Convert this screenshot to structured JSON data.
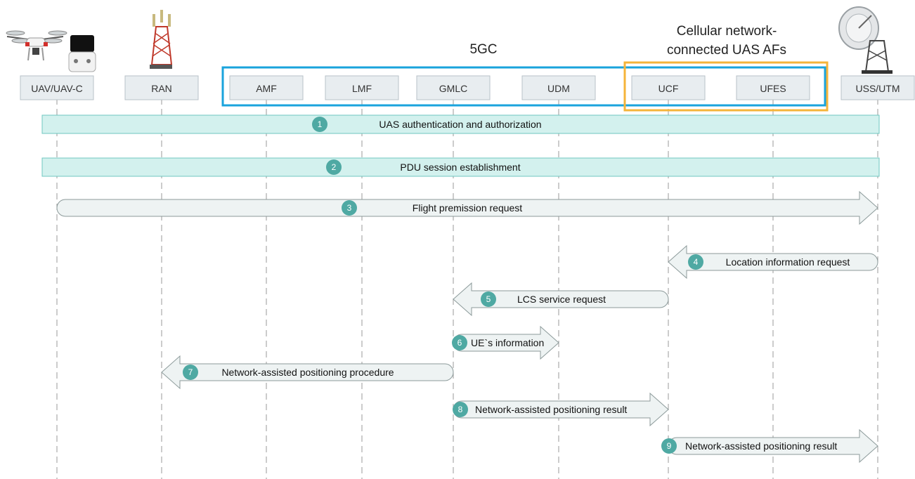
{
  "groups": {
    "core_label": "5GC",
    "af_label_line1": "Cellular network-",
    "af_label_line2": "connected UAS AFs",
    "core_color": "#1aa3dc",
    "af_color": "#f5b43a"
  },
  "entities": [
    {
      "id": "uav",
      "label": "UAV/UAV-C",
      "icon": "drone-icon"
    },
    {
      "id": "ran",
      "label": "RAN",
      "icon": "cell-tower-icon"
    },
    {
      "id": "amf",
      "label": "AMF"
    },
    {
      "id": "lmf",
      "label": "LMF"
    },
    {
      "id": "gmlc",
      "label": "GMLC"
    },
    {
      "id": "udm",
      "label": "UDM"
    },
    {
      "id": "ucf",
      "label": "UCF"
    },
    {
      "id": "ufes",
      "label": "UFES"
    },
    {
      "id": "uss",
      "label": "USS/UTM",
      "icon": "satellite-dish-icon"
    }
  ],
  "steps": [
    {
      "num": "1",
      "label": "UAS authentication and authorization",
      "type": "procedure",
      "from": "uav",
      "to": "uss"
    },
    {
      "num": "2",
      "label": "PDU session establishment",
      "type": "procedure",
      "from": "uav",
      "to": "uss"
    },
    {
      "num": "3",
      "label": "Flight premission request",
      "type": "message",
      "from": "uav",
      "to": "uss"
    },
    {
      "num": "4",
      "label": "Location information request",
      "type": "message",
      "from": "uss",
      "to": "ucf"
    },
    {
      "num": "5",
      "label": "LCS service request",
      "type": "message",
      "from": "ucf",
      "to": "gmlc"
    },
    {
      "num": "6",
      "label": "UE`s information",
      "type": "message",
      "from": "gmlc",
      "to": "udm"
    },
    {
      "num": "7",
      "label": "Network-assisted positioning procedure",
      "type": "message",
      "from": "gmlc",
      "to": "ran"
    },
    {
      "num": "8",
      "label": "Network-assisted positioning result",
      "type": "message",
      "from": "gmlc",
      "to": "ucf"
    },
    {
      "num": "9",
      "label": "Network-assisted positioning result",
      "type": "message",
      "from": "ucf",
      "to": "uss"
    }
  ],
  "colors": {
    "entity_box": "#e8edf0",
    "entity_border": "#b8c2c8",
    "procedure_fill": "#d3f1ee",
    "procedure_border": "#6fc7c0",
    "arrow_fill": "#eef3f3",
    "arrow_border": "#8c9a9a",
    "badge": "#4fa9a3",
    "lifeline": "#9a9a9a"
  }
}
